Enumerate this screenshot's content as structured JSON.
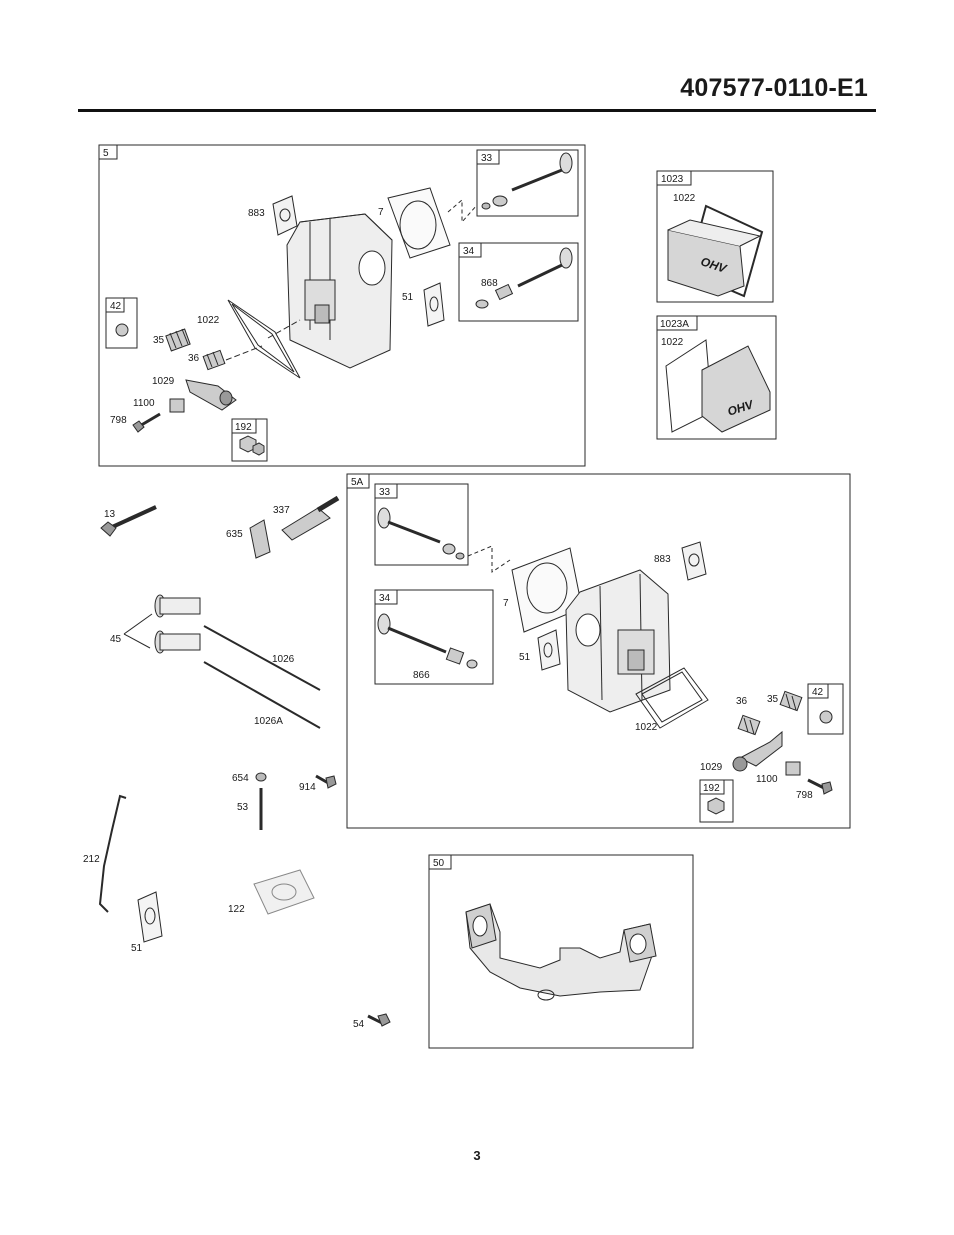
{
  "header": {
    "doc_number": "407577-0110-E1"
  },
  "footer": {
    "page_number": "3"
  },
  "diagram": {
    "panel_labels": {
      "p5": "5",
      "p33a": "33",
      "p34a": "34",
      "p42a": "42",
      "p192a": "192",
      "p1023": "1023",
      "p1023a": "1023A",
      "p5a": "5A",
      "p33b": "33",
      "p34b": "34",
      "p42b": "42",
      "p192b": "192",
      "p50": "50"
    },
    "callouts": {
      "c883a": "883",
      "c7a": "7",
      "c51a": "51",
      "c868a": "868",
      "c1022a": "1022",
      "c35a": "35",
      "c36a": "36",
      "c1029a": "1029",
      "c1100a": "1100",
      "c798a": "798",
      "c1022b": "1022",
      "c1022c": "1022",
      "c13": "13",
      "c337": "337",
      "c635": "635",
      "c45": "45",
      "c1026": "1026",
      "c1026a": "1026A",
      "c654": "654",
      "c914": "914",
      "c53": "53",
      "c212": "212",
      "c122": "122",
      "c51c": "51",
      "c54": "54",
      "c883b": "883",
      "c7b": "7",
      "c51b": "51",
      "c866b": "866",
      "c36b": "36",
      "c35b": "35",
      "c1022d": "1022",
      "c1029b": "1029",
      "c1100b": "1100",
      "c798b": "798"
    },
    "cover_text": "OHV"
  }
}
